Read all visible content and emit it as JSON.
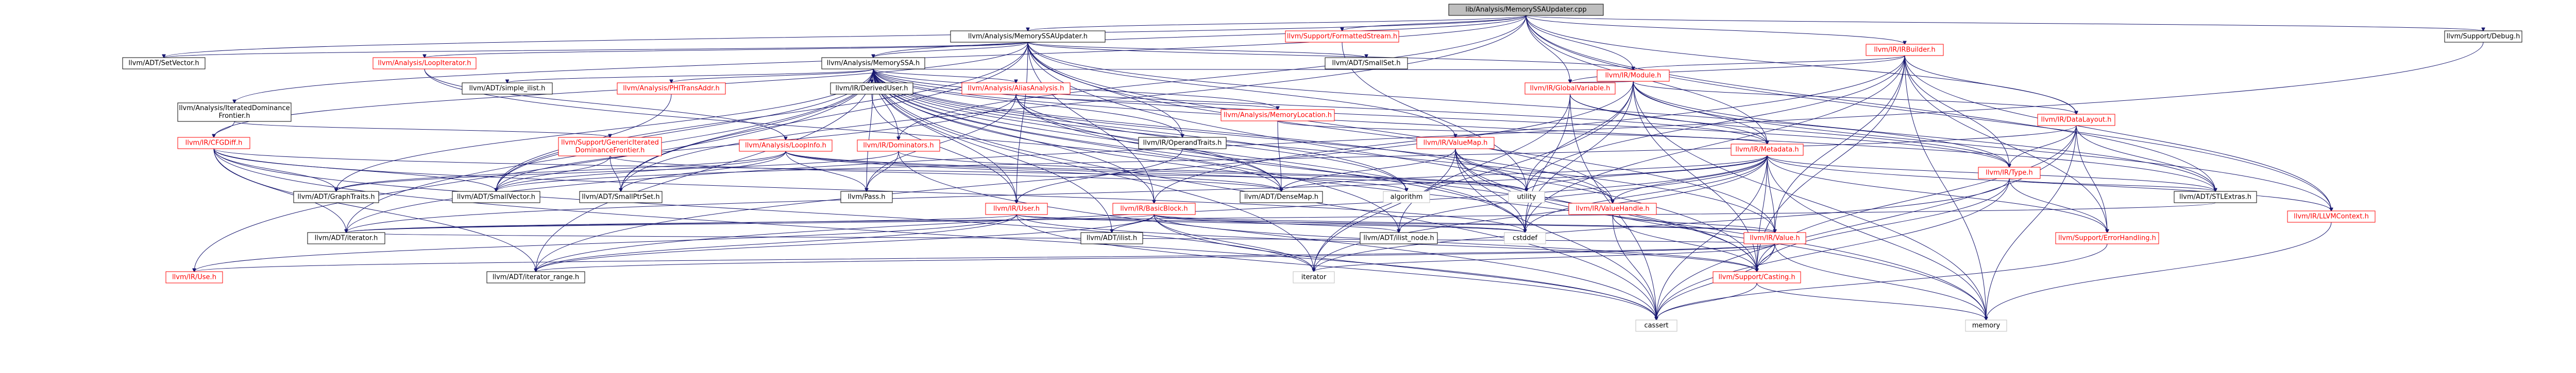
{
  "graph": {
    "colors": {
      "edge": "#191970",
      "root_fill": "#bfbfbf",
      "std_border": "#bfbfbf",
      "red_border": "#ff0000",
      "plain_border": "#000000"
    },
    "nodes": [
      {
        "id": "root",
        "label": "lib/Analysis/MemorySSAUpdater.cpp",
        "kind": "root"
      },
      {
        "id": "updater_h",
        "label": "llvm/Analysis/MemorySSAUpdater.h",
        "kind": "plain"
      },
      {
        "id": "formatted",
        "label": "llvm/Support/FormattedStream.h",
        "kind": "red"
      },
      {
        "id": "debug_h",
        "label": "llvm/Support/Debug.h",
        "kind": "plain"
      },
      {
        "id": "setvector",
        "label": "llvm/ADT/SetVector.h",
        "kind": "plain"
      },
      {
        "id": "loopiter",
        "label": "llvm/Analysis/LoopIterator.h",
        "kind": "red"
      },
      {
        "id": "memssa_h",
        "label": "llvm/Analysis/MemorySSA.h",
        "kind": "plain"
      },
      {
        "id": "smallset",
        "label": "llvm/ADT/SmallSet.h",
        "kind": "plain"
      },
      {
        "id": "irbuilder",
        "label": "llvm/IR/IRBuilder.h",
        "kind": "red"
      },
      {
        "id": "itdf",
        "label": "llvm/Analysis/IteratedDominance\nFrontier.h",
        "kind": "plain"
      },
      {
        "id": "simple_ilist",
        "label": "llvm/ADT/simple_ilist.h",
        "kind": "plain"
      },
      {
        "id": "phitrans",
        "label": "llvm/Analysis/PHITransAddr.h",
        "kind": "red"
      },
      {
        "id": "derivedusr",
        "label": "llvm/IR/DerivedUser.h",
        "kind": "plain"
      },
      {
        "id": "aliasanalysis",
        "label": "llvm/Analysis/AliasAnalysis.h",
        "kind": "red"
      },
      {
        "id": "module_h",
        "label": "llvm/IR/Module.h",
        "kind": "red"
      },
      {
        "id": "globalvar",
        "label": "llvm/IR/GlobalVariable.h",
        "kind": "red"
      },
      {
        "id": "memloc",
        "label": "llvm/Analysis/MemoryLocation.h",
        "kind": "red"
      },
      {
        "id": "datalayout",
        "label": "llvm/IR/DataLayout.h",
        "kind": "red"
      },
      {
        "id": "cfgdiff",
        "label": "llvm/IR/CFGDiff.h",
        "kind": "red"
      },
      {
        "id": "gdf",
        "label": "llvm/Support/GenericIterated\nDominanceFrontier.h",
        "kind": "red"
      },
      {
        "id": "loopinfo",
        "label": "llvm/Analysis/LoopInfo.h",
        "kind": "red"
      },
      {
        "id": "dominators",
        "label": "llvm/IR/Dominators.h",
        "kind": "red"
      },
      {
        "id": "operandtraits",
        "label": "llvm/IR/OperandTraits.h",
        "kind": "plain"
      },
      {
        "id": "valuemap",
        "label": "llvm/IR/ValueMap.h",
        "kind": "red"
      },
      {
        "id": "metadata",
        "label": "llvm/IR/Metadata.h",
        "kind": "red"
      },
      {
        "id": "type_h",
        "label": "llvm/IR/Type.h",
        "kind": "red"
      },
      {
        "id": "llvmctx",
        "label": "llvm/IR/LLVMContext.h",
        "kind": "red"
      },
      {
        "id": "graphtraits",
        "label": "llvm/ADT/GraphTraits.h",
        "kind": "plain"
      },
      {
        "id": "smallvector",
        "label": "llvm/ADT/SmallVector.h",
        "kind": "plain"
      },
      {
        "id": "smallptrset",
        "label": "llvm/ADT/SmallPtrSet.h",
        "kind": "plain"
      },
      {
        "id": "pass_h",
        "label": "llvm/Pass.h",
        "kind": "plain"
      },
      {
        "id": "user_h",
        "label": "llvm/IR/User.h",
        "kind": "red"
      },
      {
        "id": "basicblock",
        "label": "llvm/IR/BasicBlock.h",
        "kind": "red"
      },
      {
        "id": "densemap",
        "label": "llvm/ADT/DenseMap.h",
        "kind": "plain"
      },
      {
        "id": "algorithm",
        "label": "algorithm",
        "kind": "std"
      },
      {
        "id": "utility",
        "label": "utility",
        "kind": "std"
      },
      {
        "id": "valuehandle",
        "label": "llvm/IR/ValueHandle.h",
        "kind": "red"
      },
      {
        "id": "stlextras",
        "label": "llvm/ADT/STLExtras.h",
        "kind": "plain"
      },
      {
        "id": "iterator_h",
        "label": "llvm/ADT/iterator.h",
        "kind": "plain"
      },
      {
        "id": "ilist",
        "label": "llvm/ADT/ilist.h",
        "kind": "plain"
      },
      {
        "id": "ilist_node",
        "label": "llvm/ADT/ilist_node.h",
        "kind": "plain"
      },
      {
        "id": "cstddef",
        "label": "cstddef",
        "kind": "std"
      },
      {
        "id": "value_h",
        "label": "llvm/IR/Value.h",
        "kind": "red"
      },
      {
        "id": "errhandling",
        "label": "llvm/Support/ErrorHandling.h",
        "kind": "red"
      },
      {
        "id": "use_h",
        "label": "llvm/IR/Use.h",
        "kind": "red"
      },
      {
        "id": "iterrange",
        "label": "llvm/ADT/iterator_range.h",
        "kind": "plain"
      },
      {
        "id": "iterator_std",
        "label": "iterator",
        "kind": "std"
      },
      {
        "id": "casting",
        "label": "llvm/Support/Casting.h",
        "kind": "red"
      },
      {
        "id": "cassert",
        "label": "cassert",
        "kind": "std"
      },
      {
        "id": "memory",
        "label": "memory",
        "kind": "std"
      }
    ]
  }
}
